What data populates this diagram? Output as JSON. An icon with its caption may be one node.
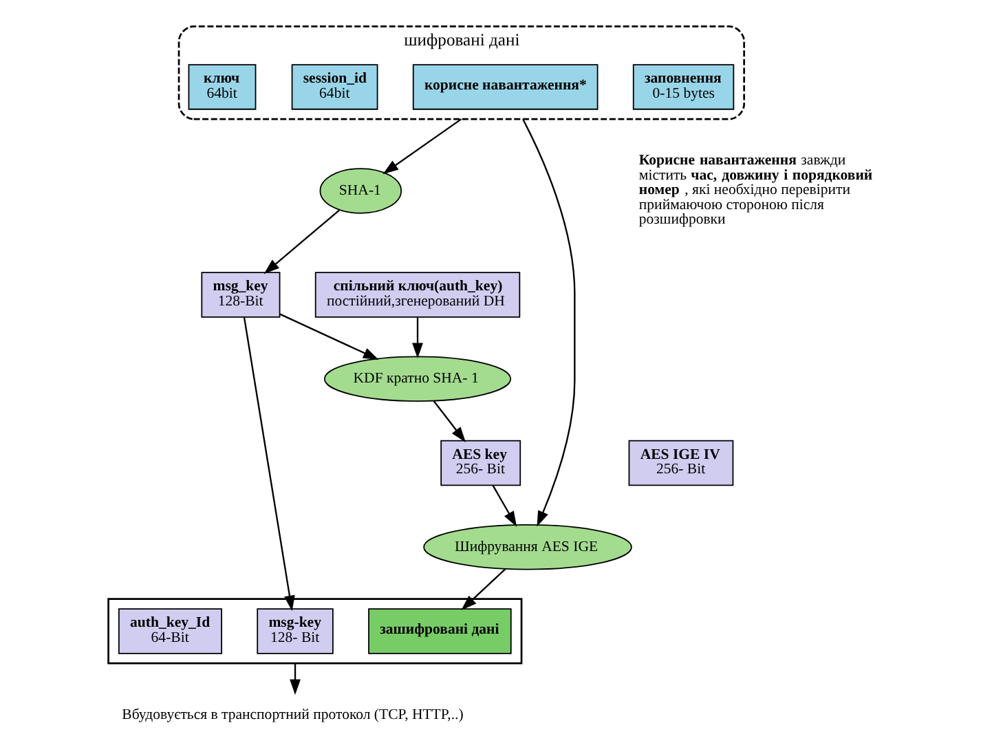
{
  "diagram": {
    "nodes": [
      {
        "text": [
          "шифровані дані"
        ]
      },
      {
        "text": [
          "ключ",
          "64bit"
        ],
        "in": 0
      },
      {
        "text": [
          "session_id",
          "64bit"
        ],
        "in": 0
      },
      {
        "text": [
          "корисне навантаження*"
        ],
        "in": 0
      },
      {
        "text": [
          "заповнення",
          "0-15 bytes"
        ],
        "in": 0
      },
      {
        "text": [
          "спільний ключ(auth_key)",
          "постійний,згенерований DH"
        ]
      },
      {
        "text": [
          "msg_key",
          "128-Bit"
        ]
      },
      {
        "text": [
          "SHA-1"
        ]
      },
      {
        "text": [
          "KDF кратно SHA- 1"
        ]
      },
      {
        "text": [
          "AES key",
          "256- Bit"
        ]
      },
      {
        "text": [
          "AES IGE IV",
          "256- Bit"
        ]
      },
      {
        "text": [
          "Шифрування AES IGE"
        ]
      },
      {
        "text": [],
        "shape": "box"
      },
      {
        "text": [
          "auth_key_Id",
          "64-Bit"
        ],
        "in": 12
      },
      {
        "text": [
          "msg-key",
          "128- Bit"
        ],
        "in": 12
      },
      {
        "text": [
          "зашифровані дані"
        ],
        "in": 12
      },
      {
        "text": [
          "Вбудовується в транспортний протокол (TCP, HTTP,..)"
        ]
      }
    ],
    "edges": [
      {
        "from": 5,
        "to": 8,
        "arrow": "to"
      },
      {
        "from": 0,
        "to": 7,
        "arrow": "to"
      },
      {
        "from": 7,
        "to": 6,
        "arrow": "to"
      },
      {
        "from": 6,
        "to": 8,
        "arrow": "to"
      },
      {
        "from": 8,
        "to": 9,
        "arrow": "to"
      },
      {
        "from": 9,
        "to": 11,
        "arrow": "to"
      },
      {
        "from": 6,
        "to": 14,
        "arrow": "to"
      },
      {
        "from": 0,
        "to": 11,
        "arrow": "to"
      },
      {
        "from": 11,
        "to": 15,
        "arrow": "to"
      },
      {
        "from": 12,
        "to": 16,
        "arrow": "to"
      }
    ],
    "labels": [
      "**Корисне навантаження** завжди містить **час, довжину і порядковий номер**, які необхідно перевірити приймаючою стороною після розшифровки"
    ]
  }
}
